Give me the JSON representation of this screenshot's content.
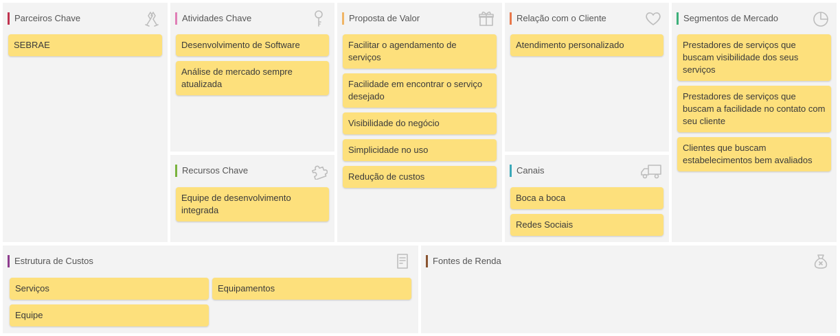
{
  "colors": {
    "partners": "#c0334f",
    "activities": "#e07fb6",
    "resources": "#7ab33e",
    "value": "#f0b566",
    "relation": "#e8784b",
    "channels": "#3aa8b8",
    "segments": "#3db07a",
    "costs": "#8e3c8e",
    "revenue": "#8a5531",
    "note": "#fde07c"
  },
  "partners": {
    "title": "Parceiros Chave",
    "icon": "handshake-icon",
    "notes": [
      "SEBRAE"
    ]
  },
  "activities": {
    "title": "Atividades Chave",
    "icon": "key-icon",
    "notes": [
      "Desenvolvimento de Software",
      "Análise de mercado sempre atualizada"
    ]
  },
  "resources": {
    "title": "Recursos Chave",
    "icon": "puzzle-icon",
    "notes": [
      "Equipe de desenvolvimento integrada"
    ]
  },
  "value": {
    "title": "Proposta de Valor",
    "icon": "gift-icon",
    "notes": [
      "Facilitar o agendamento de serviços",
      "Facilidade em encontrar o serviço desejado",
      "Visibilidade do negócio",
      "Simplicidade no uso",
      "Redução de custos"
    ]
  },
  "relation": {
    "title": "Relação com o Cliente",
    "icon": "heart-icon",
    "notes": [
      "Atendimento personalizado"
    ]
  },
  "channels": {
    "title": "Canais",
    "icon": "truck-icon",
    "notes": [
      "Boca a boca",
      "Redes Sociais"
    ]
  },
  "segments": {
    "title": "Segmentos de Mercado",
    "icon": "pie-chart-icon",
    "notes": [
      "Prestadores de serviços que buscam visibilidade dos seus serviços",
      "Prestadores de serviços que buscam a facilidade no contato com seu cliente",
      "Clientes que buscam estabelecimentos bem avaliados"
    ]
  },
  "costs": {
    "title": "Estrutura de Custos",
    "icon": "receipt-icon",
    "notes": [
      "Serviços",
      "Equipamentos",
      "Equipe"
    ]
  },
  "revenue": {
    "title": "Fontes de Renda",
    "icon": "money-bag-icon",
    "notes": []
  }
}
